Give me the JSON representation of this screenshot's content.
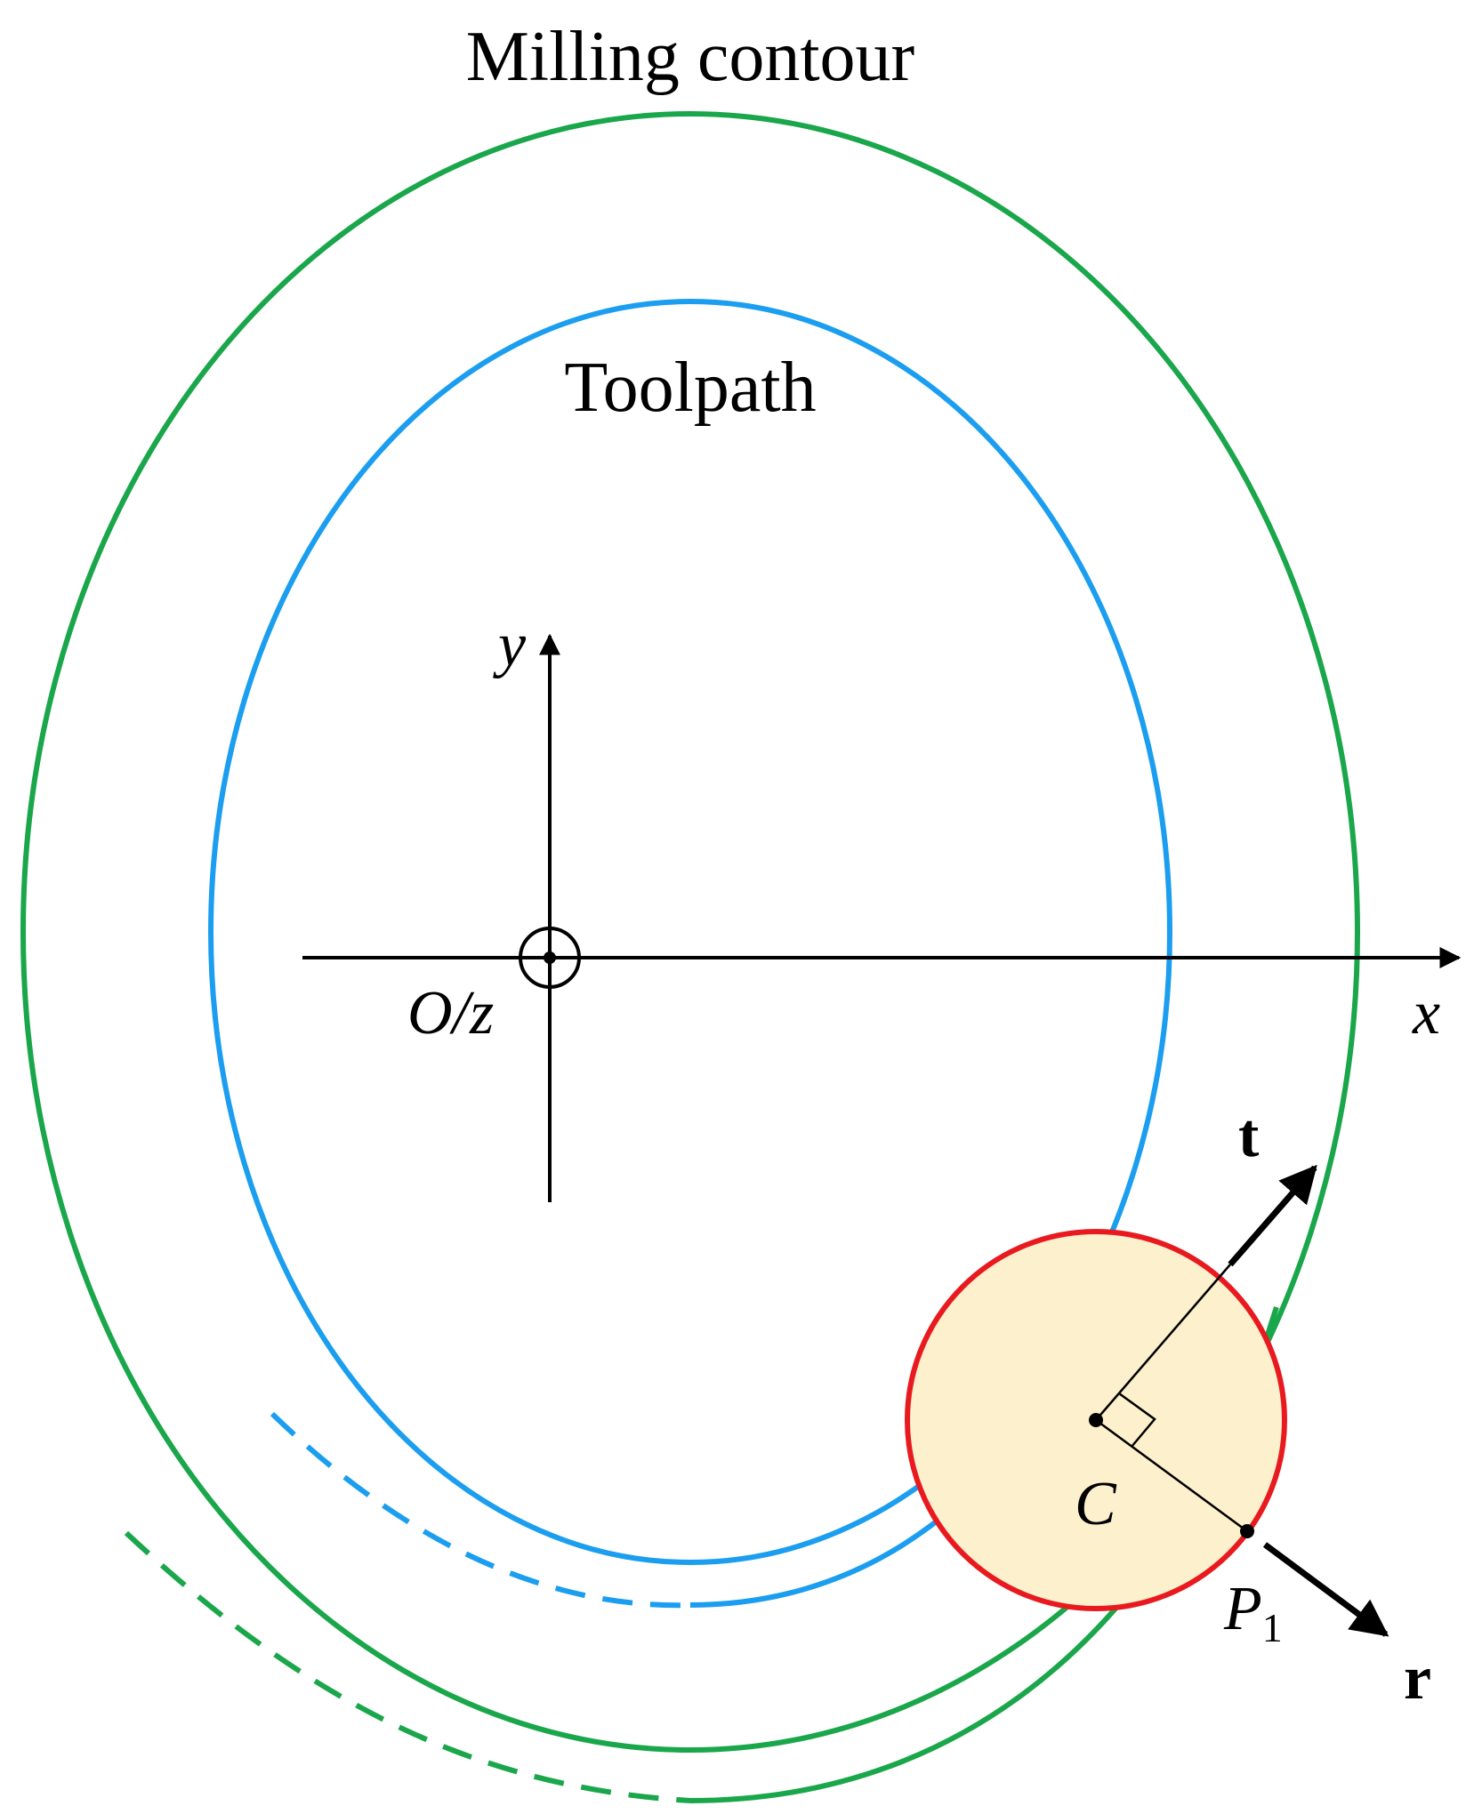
{
  "labels": {
    "milling_contour": "Milling contour",
    "toolpath": "Toolpath",
    "y_axis": "y",
    "x_axis": "x",
    "origin": "O/z",
    "tool_center": "C",
    "contact_point": "P",
    "contact_point_sub": "1",
    "tangent_vector": "t",
    "radial_vector": "r"
  },
  "colors": {
    "milling_contour": "#1aa64a",
    "toolpath": "#1b9ef0",
    "tool": "#e8191f",
    "tool_fill": "#fdf0cc",
    "axes": "#000000"
  }
}
